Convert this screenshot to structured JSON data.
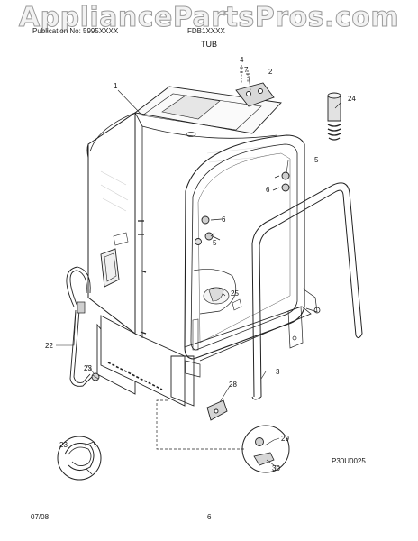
{
  "watermark": "AppliancePartsPros.com",
  "header": {
    "left": "Publication No: 5995XXXX",
    "right": "FDB1XXXX",
    "section": "TUB"
  },
  "footer": {
    "date": "07/08",
    "page": "6"
  },
  "figure_code": "P30U0025",
  "callouts": {
    "c1": "1",
    "c2": "2",
    "c3": "3",
    "c4": "4",
    "c5a": "5",
    "c5b": "5",
    "c6a": "6",
    "c6b": "6",
    "c7": "7",
    "c22": "22",
    "c23a": "23",
    "c23b": "23",
    "c24": "24",
    "c25": "25",
    "c28": "28",
    "c29": "29",
    "c30": "30"
  }
}
